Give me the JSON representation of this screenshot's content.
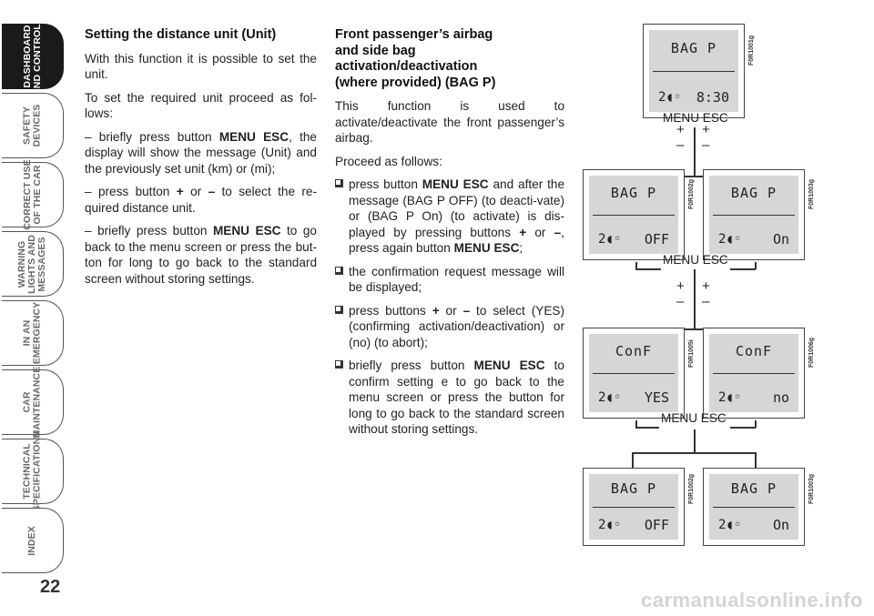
{
  "sidebar": {
    "tabs": [
      {
        "label": "DASHBOARD\nAND CONTROLS",
        "active": true
      },
      {
        "label": "SAFETY\nDEVICES",
        "active": false
      },
      {
        "label": "CORRECT USE\nOF THE CAR",
        "active": false
      },
      {
        "label": "WARNING\nLIGHTS AND\nMESSAGES",
        "active": false
      },
      {
        "label": "IN AN\nEMERGENCY",
        "active": false
      },
      {
        "label": "CAR\nMAINTENANCE",
        "active": false
      },
      {
        "label": "TECHNICAL\nSPECIFICATIONS",
        "active": false
      },
      {
        "label": "INDEX",
        "active": false
      }
    ]
  },
  "page_number": "22",
  "left_column": {
    "heading": "Setting the distance unit (Unit)",
    "p1": "With this function it is possible to set the unit.",
    "p2": "To set the required unit proceed as fol-lows:",
    "p3_pre": "– briefly press button ",
    "p3_bold": "MENU ESC",
    "p3_post": ", the display will show the message (Unit) and the previously set unit (km) or (mi);",
    "p4_pre": "– press button ",
    "p4_plus": "+",
    "p4_mid": " or ",
    "p4_minus": "–",
    "p4_post": " to select the re-quired distance unit.",
    "p5_pre": "– briefly press button ",
    "p5_bold": "MENU ESC",
    "p5_post": " to go back to the menu screen or press the but-ton for long to go back to the standard screen without storing settings."
  },
  "mid_column": {
    "heading_l1": "Front passenger’s airbag",
    "heading_l2": "and side bag",
    "heading_l3": "activation/deactivation",
    "heading_l4": "(where provided) (BAG P)",
    "intro": "This function is used to activate/deactivate the front passenger’s airbag.",
    "proceed": "Proceed as follows:",
    "b1_pre": "press button ",
    "b1_bold": "MENU ESC",
    "b1_mid": " and after the message (BAG P OFF)  (to deacti-vate) or (BAG P On) (to activate) is dis-played by pressing buttons ",
    "b1_plus": "+",
    "b1_or": " or ",
    "b1_minus": "–",
    "b1_post": ", press again button ",
    "b1_bold2": "MENU ESC",
    "b1_end": ";",
    "b2": "the confirmation request message will be displayed;",
    "b3_pre": "press buttons ",
    "b3_plus": "+",
    "b3_or": " or ",
    "b3_minus": "–",
    "b3_post": " to select (YES) (confirming activation/deactivation) or (no) (to abort);",
    "b4_pre": "briefly press button ",
    "b4_bold": "MENU ESC",
    "b4_post": " to confirm setting  e to go back to the menu screen or press the button for long to go back to the standard screen without storing settings."
  },
  "diagram": {
    "menu_esc": "MENU ESC",
    "plus": "+",
    "minus": "–",
    "displays": {
      "top": {
        "line1": "BAG P",
        "icon": "2◖◦",
        "value": "8:30",
        "code": "F0R1001g"
      },
      "off1": {
        "line1": "BAG P",
        "icon": "2◖◦",
        "value": "OFF",
        "code": "F0R1002g"
      },
      "on1": {
        "line1": "BAG P",
        "icon": "2◖◦",
        "value": "On",
        "code": "F0R1003g"
      },
      "yes": {
        "line1": "ConF",
        "icon": "2◖◦",
        "value": "YES",
        "code": "F0R1005i"
      },
      "no": {
        "line1": "ConF",
        "icon": "2◖◦",
        "value": "no",
        "code": "F0R1006g"
      },
      "off2": {
        "line1": "BAG P",
        "icon": "2◖◦",
        "value": "OFF",
        "code": "F0R1002g"
      },
      "on2": {
        "line1": "BAG P",
        "icon": "2◖◦",
        "value": "On",
        "code": "F0R1003g"
      }
    }
  },
  "watermark": "carmanualsonline.info"
}
